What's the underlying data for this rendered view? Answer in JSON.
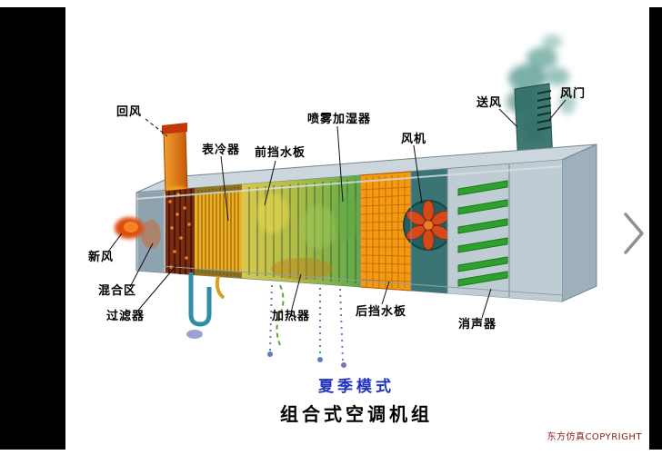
{
  "titles": {
    "mode": "夏季模式",
    "main": "组合式空调机组",
    "copyright": "东方仿真COPYRIGHT"
  },
  "labels": {
    "return_air": "回风",
    "surface_cooler": "表冷器",
    "front_water_baffle": "前挡水板",
    "spray_humidifier": "喷雾加湿器",
    "fan": "风机",
    "supply_air": "送风",
    "damper": "风门",
    "fresh_air": "新风",
    "mixing_zone": "混合区",
    "filter": "过滤器",
    "heater": "加热器",
    "rear_water_baffle": "后挡水板",
    "silencer": "消声器"
  },
  "icons": {
    "next": "chevron-right"
  },
  "colors": {
    "mode_title_blue": "#2233bb",
    "copyright_red": "#8b1a1a",
    "casing_gray": "#b2c1ca",
    "coil_orange": "#f09818",
    "cooler_yellow": "#e8b320",
    "silencer_green": "#2fa02f",
    "air_teal": "#4f958b",
    "side_bars_black": "#000000",
    "background_white": "#ffffff"
  }
}
